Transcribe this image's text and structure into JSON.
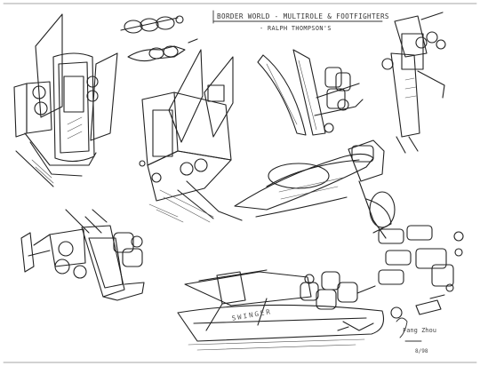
{
  "caption": {
    "title": "BORDER WORLD - MULTIROLE & FOOTFIGHTERS",
    "subtitle": "- RALPH THOMPSON'S"
  },
  "hull_marking": "SWINGER",
  "signature": {
    "name": "Fang Zhou",
    "date": "8/98"
  },
  "colors": {
    "paper": "#ffffff",
    "ink": "#222222",
    "shade": "#555555"
  }
}
